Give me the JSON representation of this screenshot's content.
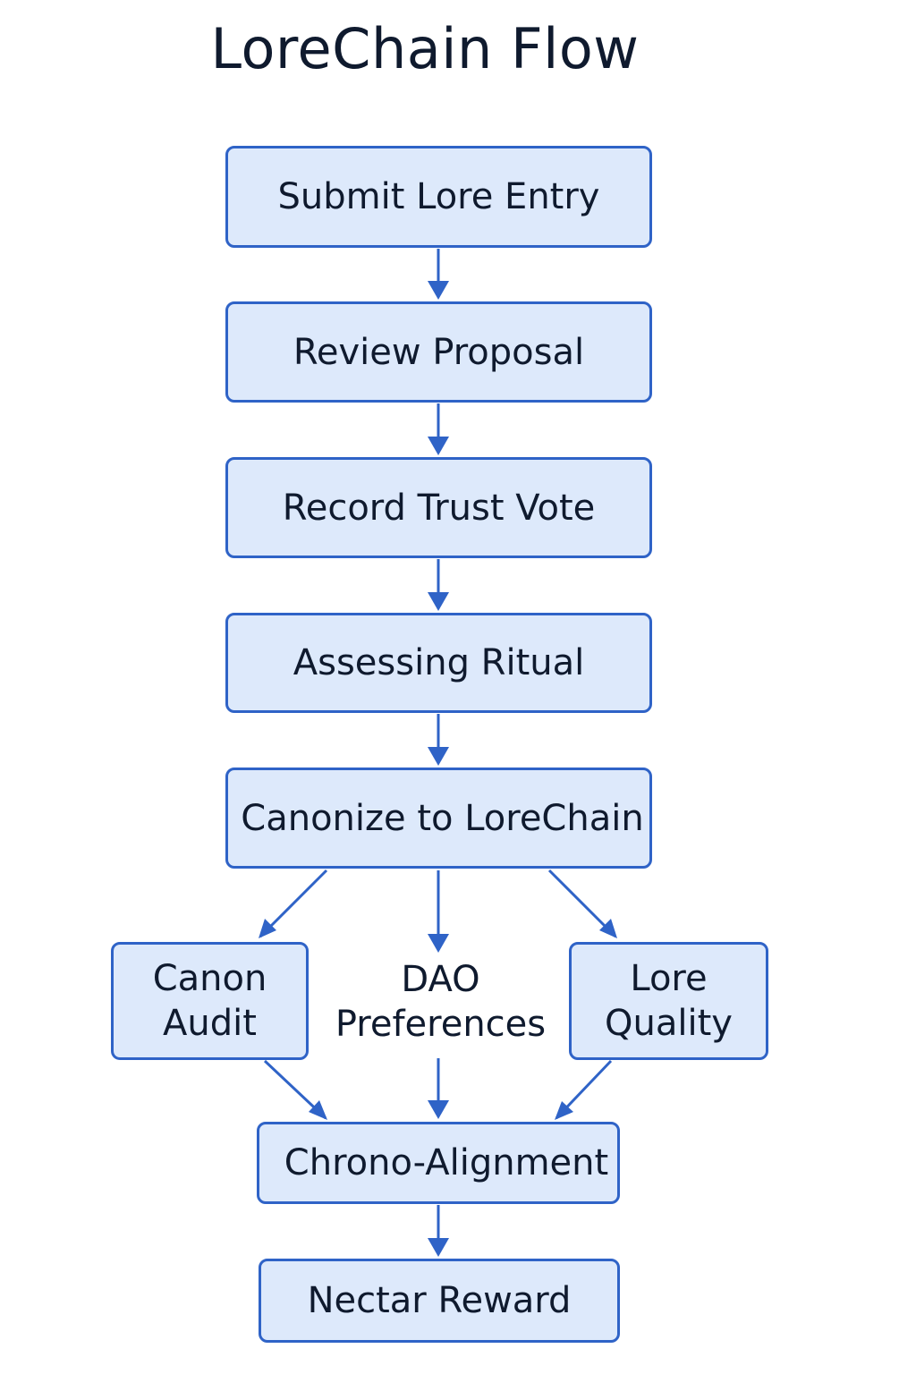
{
  "diagram": {
    "title": "LoreChain Flow",
    "nodes": {
      "submit": "Submit Lore Entry",
      "review": "Review Proposal",
      "record": "Record Trust Vote",
      "assessing": "Assessing Ritual",
      "canonize": "Canonize to LoreChain",
      "canon_audit": "Canon Audit",
      "dao_preferences": "DAO Preferences",
      "lore_quality": "Lore Quality",
      "chrono": "Chrono-Alignment",
      "nectar": "Nectar Reward"
    },
    "edges": [
      [
        "submit",
        "review"
      ],
      [
        "review",
        "record"
      ],
      [
        "record",
        "assessing"
      ],
      [
        "assessing",
        "canonize"
      ],
      [
        "canonize",
        "canon_audit"
      ],
      [
        "canonize",
        "dao_preferences"
      ],
      [
        "canonize",
        "lore_quality"
      ],
      [
        "canon_audit",
        "chrono"
      ],
      [
        "dao_preferences",
        "chrono"
      ],
      [
        "lore_quality",
        "chrono"
      ],
      [
        "chrono",
        "nectar"
      ]
    ],
    "colors": {
      "node_fill": "#dde9fb",
      "node_border": "#2f63c7",
      "arrow": "#2f63c7",
      "text": "#0f1a2e"
    }
  }
}
